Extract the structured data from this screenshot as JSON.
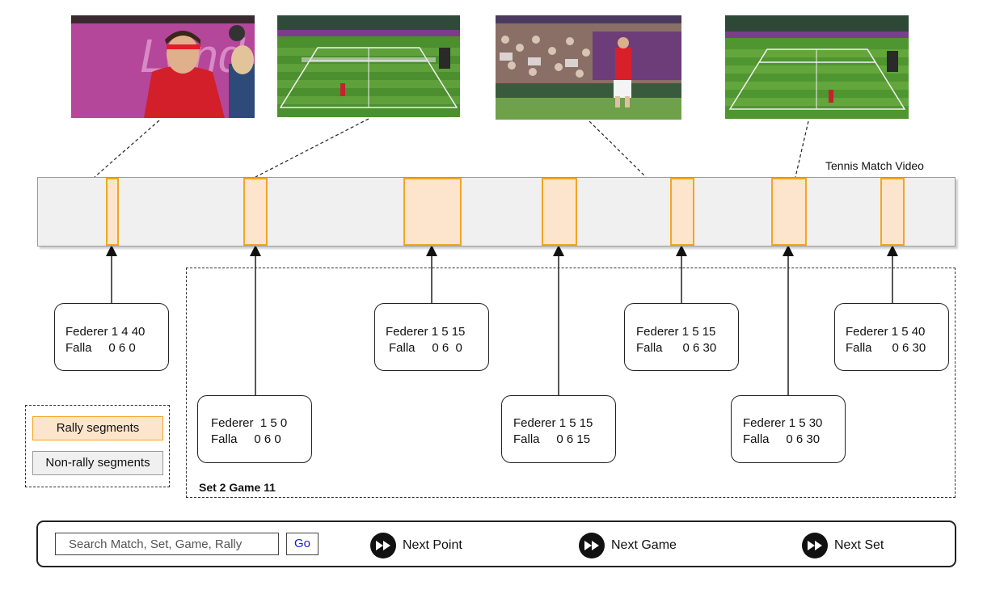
{
  "timeline_title": "Tennis Match Video",
  "set_label": "Set 2 Game 11",
  "cards": [
    {
      "p1": "Federer 1 4 40",
      "p2": "Falla     0 6 0"
    },
    {
      "p1": "Federer  1 5 0",
      "p2": "Falla     0 6 0"
    },
    {
      "p1": "Federer 1 5 15",
      "p2": "Falla     0 6  0"
    },
    {
      "p1": "Federer 1 5 15",
      "p2": "Falla     0 6 15"
    },
    {
      "p1": "Federer 1 5 15",
      "p2": "Falla      0 6 30"
    },
    {
      "p1": "Federer 1 5 30",
      "p2": "Falla     0 6 30"
    },
    {
      "p1": "Federer 1 5 40",
      "p2": "Falla      0 6 30"
    }
  ],
  "legend": {
    "rally": "Rally segments",
    "non_rally": "Non-rally segments"
  },
  "controls": {
    "search_placeholder": "Search Match, Set, Game, Rally",
    "go": "Go",
    "next_point": "Next Point",
    "next_game": "Next Game",
    "next_set": "Next Set"
  },
  "colors": {
    "rally_fill": "#fde4cc",
    "rally_border": "#f2a623",
    "non_rally_fill": "#f0f0f0"
  }
}
